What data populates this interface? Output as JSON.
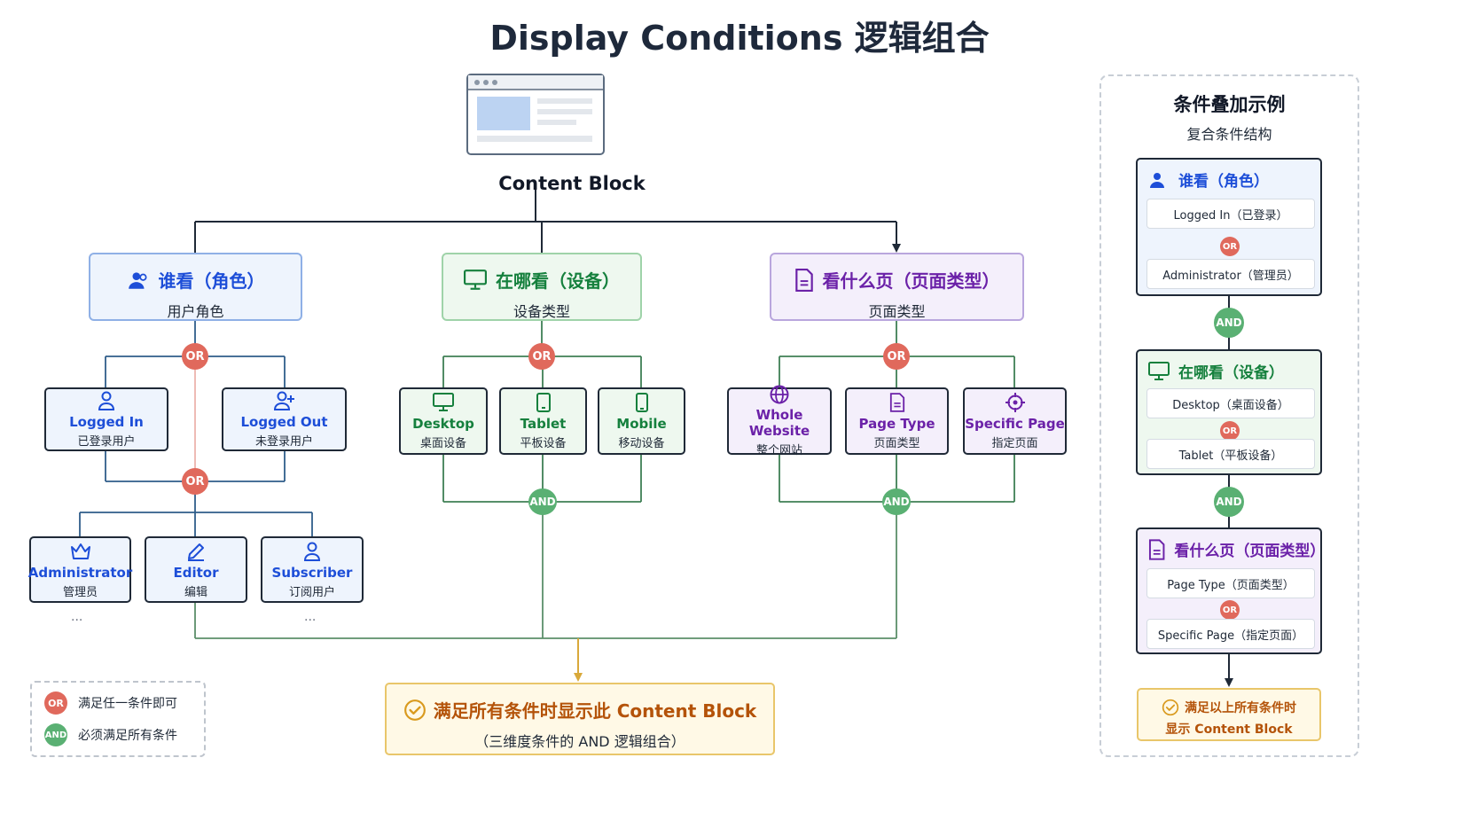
{
  "title": "Display Conditions 逻辑组合",
  "content_block": {
    "label": "Content Block"
  },
  "who": {
    "title": "谁看（角色）",
    "subtitle": "用户角色",
    "logged_in": {
      "name": "Logged In",
      "desc": "已登录用户"
    },
    "logged_out": {
      "name": "Logged Out",
      "desc": "未登录用户"
    },
    "roles": [
      {
        "name": "Administrator",
        "desc": "管理员"
      },
      {
        "name": "Editor",
        "desc": "编辑"
      },
      {
        "name": "Subscriber",
        "desc": "订阅用户"
      }
    ],
    "more": "..."
  },
  "where": {
    "title": "在哪看（设备）",
    "subtitle": "设备类型",
    "devices": [
      {
        "name": "Desktop",
        "desc": "桌面设备"
      },
      {
        "name": "Tablet",
        "desc": "平板设备"
      },
      {
        "name": "Mobile",
        "desc": "移动设备"
      }
    ]
  },
  "what": {
    "title": "看什么页（页面类型）",
    "subtitle": "页面类型",
    "pages": [
      {
        "name": "Whole Website",
        "desc": "整个网站"
      },
      {
        "name": "Page Type",
        "desc": "页面类型"
      },
      {
        "name": "Specific Page",
        "desc": "指定页面"
      }
    ]
  },
  "operators": {
    "or": "OR",
    "and": "AND"
  },
  "result": {
    "line1": "满足所有条件时显示此 Content Block",
    "line2": "（三维度条件的 AND 逻辑组合）"
  },
  "legend": {
    "or_desc": "满足任一条件即可",
    "and_desc": "必须满足所有条件"
  },
  "example": {
    "title": "条件叠加示例",
    "subtitle": "复合条件结构",
    "who": {
      "title": "谁看（角色）",
      "items": [
        "Logged In（已登录）",
        "Administrator（管理员）"
      ]
    },
    "where": {
      "title": "在哪看（设备）",
      "items": [
        "Desktop（桌面设备）",
        "Tablet（平板设备）"
      ]
    },
    "what": {
      "title": "看什么页（页面类型）",
      "items": [
        "Page Type（页面类型）",
        "Specific Page（指定页面）"
      ]
    },
    "result_line1": "满足以上所有条件时",
    "result_line2": "显示 Content Block"
  },
  "colors": {
    "blue": "#1d4ed8",
    "green": "#15803d",
    "purple": "#6b21a8",
    "or": "#e0695c",
    "and": "#5ab073",
    "result": "#b45309",
    "connector": "#5b8f6a"
  }
}
